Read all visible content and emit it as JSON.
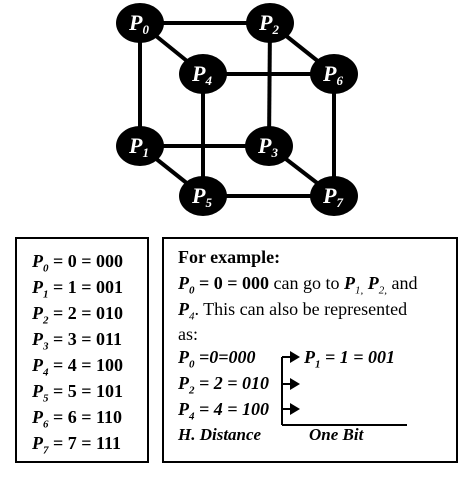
{
  "cube": {
    "nodes": [
      {
        "id": "P0",
        "letter": "P",
        "sub": "0"
      },
      {
        "id": "P2",
        "letter": "P",
        "sub": "2"
      },
      {
        "id": "P4",
        "letter": "P",
        "sub": "4"
      },
      {
        "id": "P6",
        "letter": "P",
        "sub": "6"
      },
      {
        "id": "P1",
        "letter": "P",
        "sub": "1"
      },
      {
        "id": "P3",
        "letter": "P",
        "sub": "3"
      },
      {
        "id": "P5",
        "letter": "P",
        "sub": "5"
      },
      {
        "id": "P7",
        "letter": "P",
        "sub": "7"
      }
    ],
    "edges": [
      [
        "P0",
        "P2"
      ],
      [
        "P0",
        "P4"
      ],
      [
        "P0",
        "P1"
      ],
      [
        "P2",
        "P6"
      ],
      [
        "P2",
        "P3"
      ],
      [
        "P4",
        "P6"
      ],
      [
        "P4",
        "P5"
      ],
      [
        "P6",
        "P7"
      ],
      [
        "P1",
        "P3"
      ],
      [
        "P1",
        "P5"
      ],
      [
        "P3",
        "P7"
      ],
      [
        "P5",
        "P7"
      ]
    ]
  },
  "mapping": [
    {
      "p": "P",
      "sub": "0",
      "rest": " = 0 = 000"
    },
    {
      "p": "P",
      "sub": "1",
      "rest": " = 1 = 001"
    },
    {
      "p": "P",
      "sub": "2",
      "rest": " = 2 = 010"
    },
    {
      "p": "P",
      "sub": "3",
      "rest": " = 3 = 011"
    },
    {
      "p": "P",
      "sub": "4",
      "rest": " = 4 = 100"
    },
    {
      "p": "P",
      "sub": "5",
      "rest": " = 5 = 101"
    },
    {
      "p": "P",
      "sub": "6",
      "rest": " = 6 = 110"
    },
    {
      "p": "P",
      "sub": "7",
      "rest": " = 7 = 111"
    }
  ],
  "example": {
    "heading": "For example:",
    "line1": {
      "p0": "P",
      "p0_sub": "0",
      "eq": " = 0 = 000",
      "mid": " can go to ",
      "p1": "P",
      "p1_sub": "1,",
      "p2": " P",
      "p2_sub": "2,",
      "and": " and"
    },
    "line2": {
      "p4": "P",
      "p4_sub": "4",
      "text": ". This can also be represented"
    },
    "line3": "as:",
    "row_a": {
      "p": "P",
      "sub": "0",
      "rest": " =0=000"
    },
    "row_a_target": {
      "p": "P",
      "sub": "1",
      "rest": " = 1 = 001"
    },
    "row_b": {
      "p": "P",
      "sub": "2",
      "rest": " = 2 = 010"
    },
    "row_c": {
      "p": "P",
      "sub": "4",
      "rest": " = 4 = 100"
    },
    "distance_label": "H. Distance",
    "one_bit_label": "One Bit"
  }
}
